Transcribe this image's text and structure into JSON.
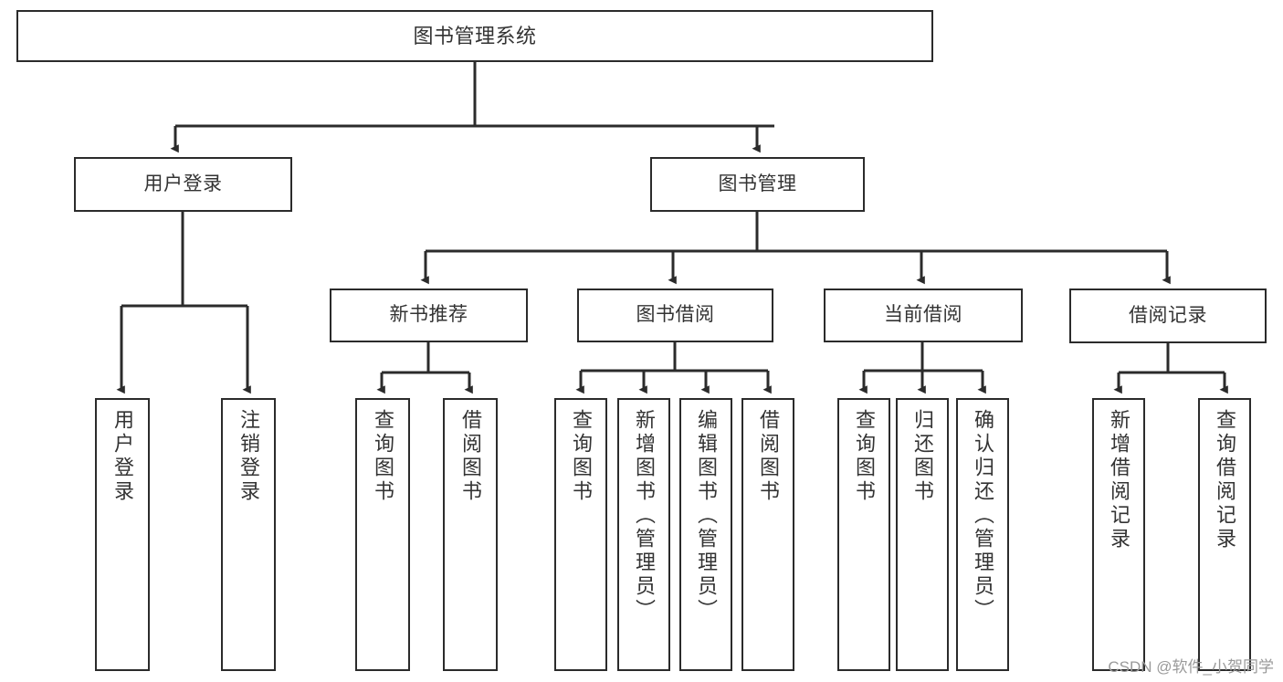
{
  "diagram": {
    "title": "图书管理系统",
    "type": "tree-hierarchy-diagram",
    "colors": {
      "box_border": "#2b2b2b",
      "box_fill": "#ffffff",
      "text": "#333333",
      "edge": "#2b2b2b",
      "watermark": "#9a9a9a"
    },
    "root": {
      "label": "图书管理系统"
    },
    "level2": [
      {
        "label": "用户登录"
      },
      {
        "label": "图书管理"
      }
    ],
    "level3": [
      {
        "label": "新书推荐"
      },
      {
        "label": "图书借阅"
      },
      {
        "label": "当前借阅"
      },
      {
        "label": "借阅记录"
      }
    ],
    "leaves": {
      "user_login": [
        {
          "label": "用户登录"
        },
        {
          "label": "注销登录"
        }
      ],
      "new_book_recommend": [
        {
          "label": "查询图书"
        },
        {
          "label": "借阅图书"
        }
      ],
      "book_borrow": [
        {
          "label": "查询图书"
        },
        {
          "label": "新增图书（管理员）"
        },
        {
          "label": "编辑图书（管理员）"
        },
        {
          "label": "借阅图书"
        }
      ],
      "current_borrow": [
        {
          "label": "查询图书"
        },
        {
          "label": "归还图书"
        },
        {
          "label": "确认归还（管理员）"
        }
      ],
      "borrow_record": [
        {
          "label": "新增借阅记录"
        },
        {
          "label": "查询借阅记录"
        }
      ]
    }
  },
  "watermark": {
    "text": "CSDN @软件_小贺同学"
  }
}
